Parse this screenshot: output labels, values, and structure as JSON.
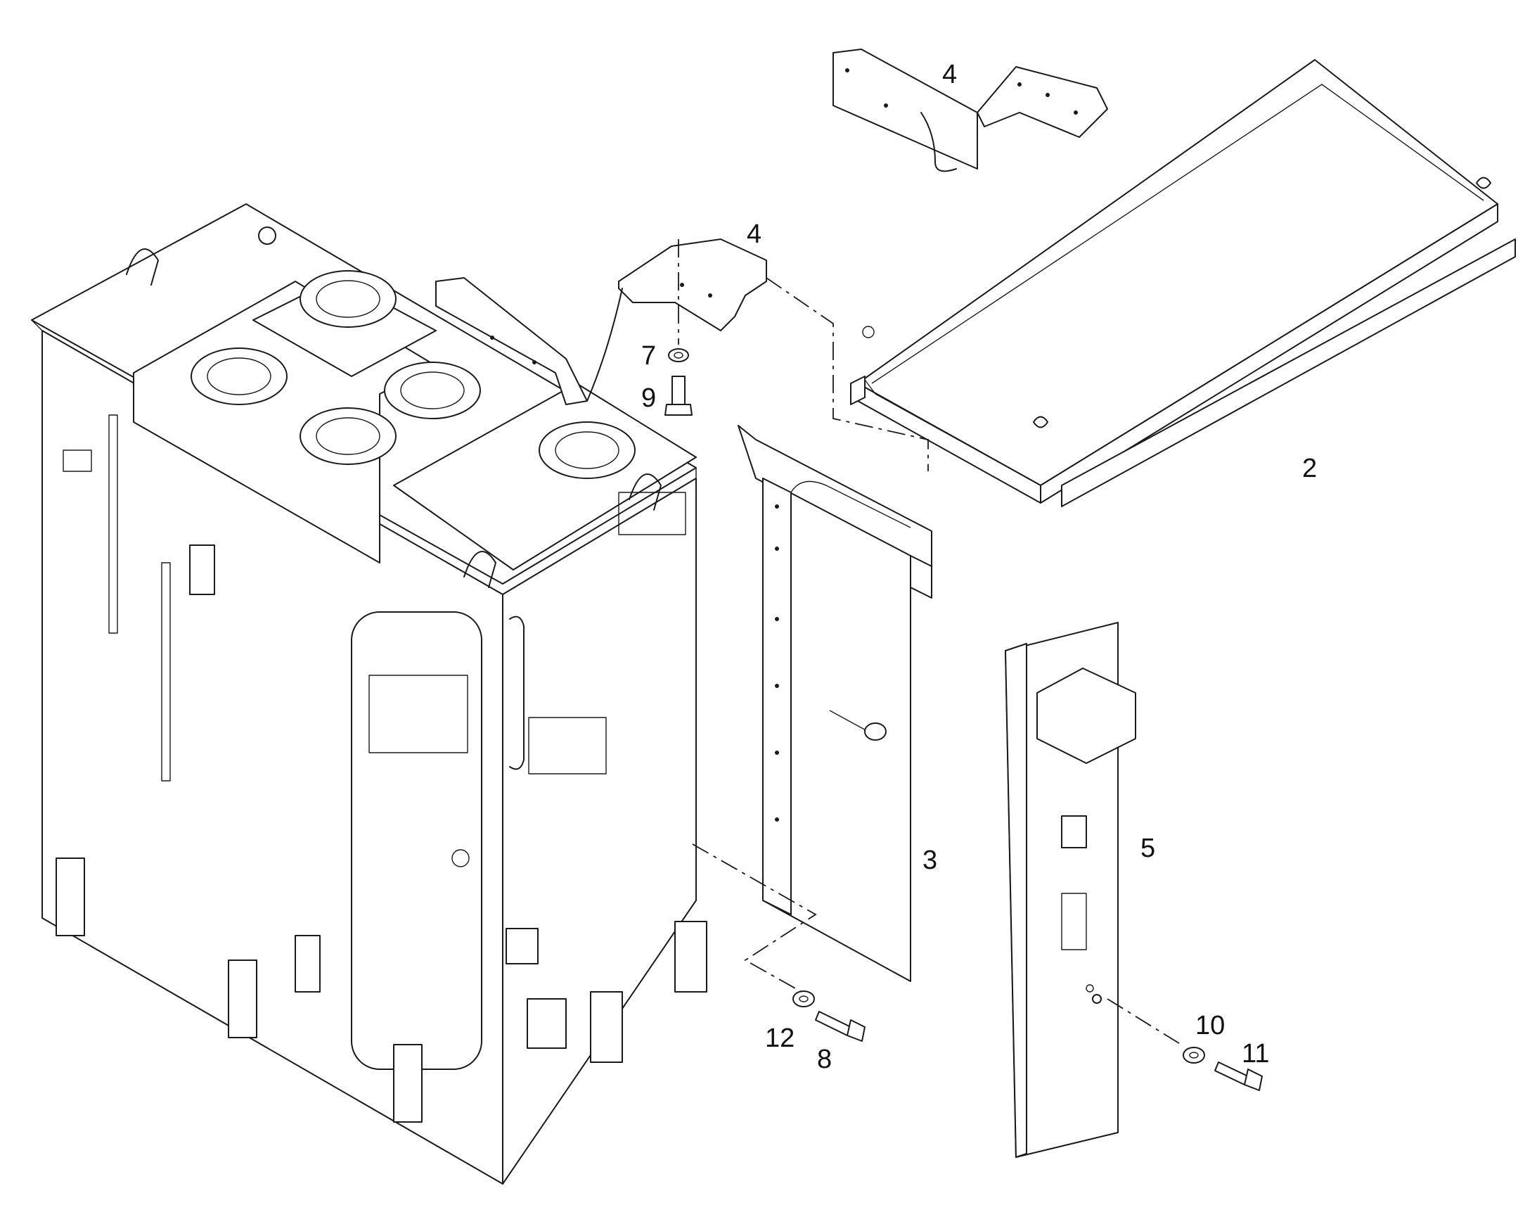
{
  "callouts": {
    "c2": "2",
    "c3": "3",
    "c4a": "4",
    "c4b": "4",
    "c5": "5",
    "c7": "7",
    "c8": "8",
    "c9": "9",
    "c10": "10",
    "c11": "11",
    "c12": "12"
  }
}
